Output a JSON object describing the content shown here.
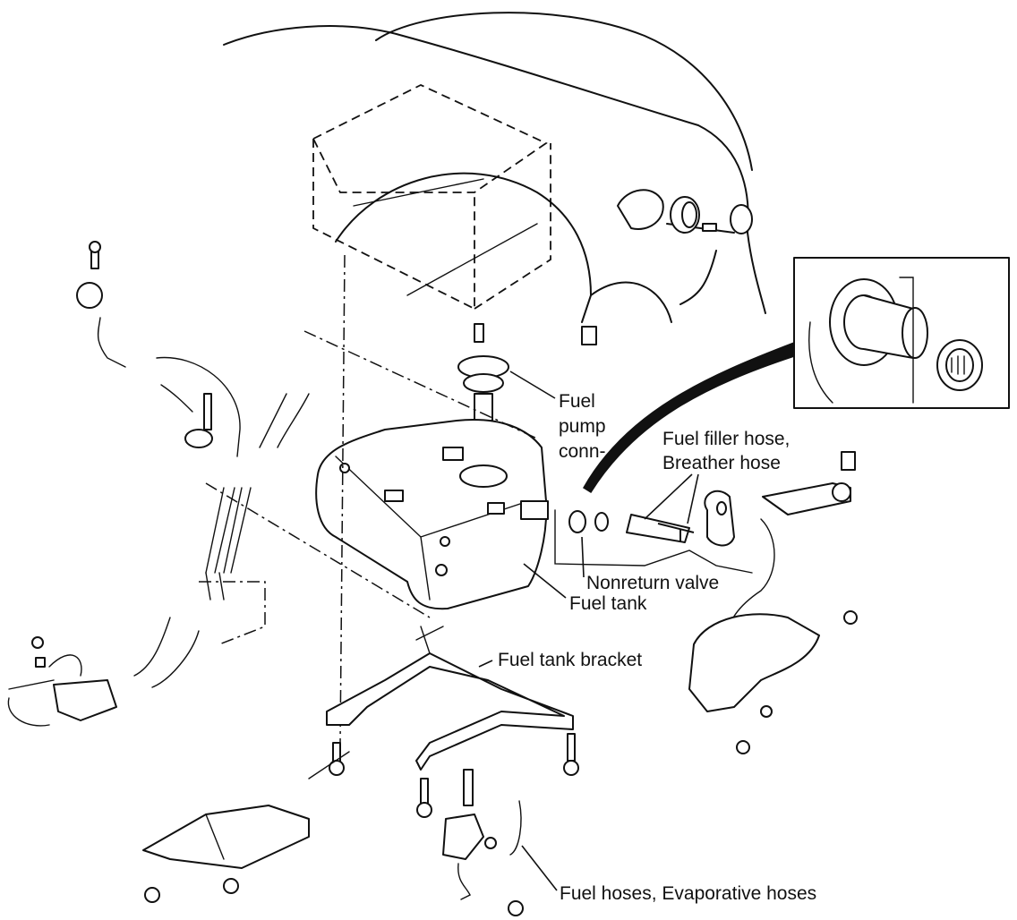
{
  "labels": {
    "fuel_pump_conn_line1": "Fuel",
    "fuel_pump_conn_line2": "pump",
    "fuel_pump_conn_line3": "conn-",
    "fuel_filler_hose": "Fuel filler hose,",
    "breather_hose": "Breather hose",
    "nonreturn_valve": "Nonreturn valve",
    "fuel_tank": "Fuel tank",
    "fuel_tank_bracket": "Fuel tank bracket",
    "fuel_hoses": "Fuel hoses, Evaporative hoses"
  }
}
